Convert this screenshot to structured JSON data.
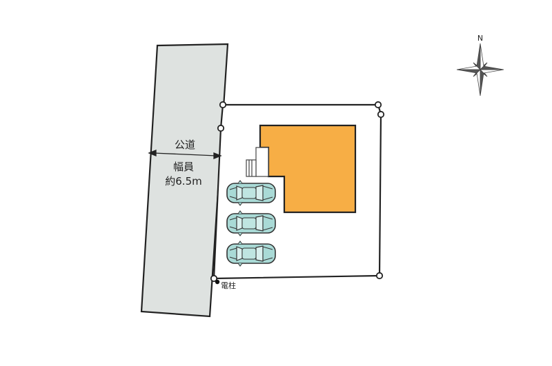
{
  "compass": {
    "label": "N"
  },
  "road": {
    "name": "公道",
    "width_label": "幅員",
    "width_value": "約6.5m"
  },
  "utility_pole": {
    "label": "電柱"
  },
  "colors": {
    "road_fill": "#dee2e0",
    "building_fill": "#f7ae45",
    "car_fill": "#a9dad6",
    "line": "#222222"
  }
}
